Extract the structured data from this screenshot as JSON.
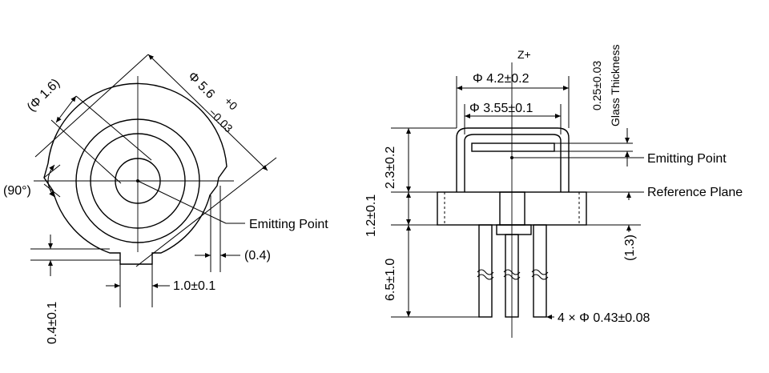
{
  "front_view": {
    "outer_diameter": "Φ 5.6",
    "tolerance_upper": "+0",
    "tolerance_lower": "−0.03",
    "window_diameter": "(Φ 1.6)",
    "key_angle": "(90°)",
    "emitting_point": "Emitting Point",
    "notch_depth": "(0.4)",
    "notch_width": "1.0±0.1",
    "flange_offset": "0.4±0.1"
  },
  "side_view": {
    "axis_label": "Z+",
    "cap_outer_diameter": "Φ 4.2±0.2",
    "cap_inner_diameter": "Φ 3.55±0.1",
    "glass_thickness_value": "0.25±0.03",
    "glass_thickness_label": "Glass Thickness",
    "emitting_point": "Emitting Point",
    "reference_plane": "Reference Plane",
    "cap_height": "2.3±0.2",
    "flange_height": "1.2±0.1",
    "lead_length": "6.5±1.0",
    "stem_height": "(1.3)",
    "lead_spec": "4 × Φ 0.43±0.08"
  }
}
